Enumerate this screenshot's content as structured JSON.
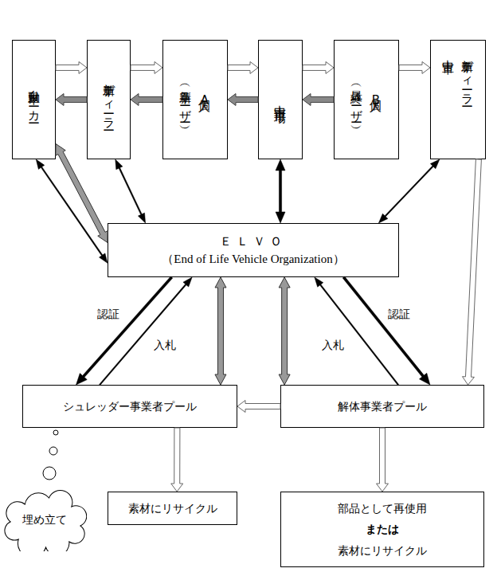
{
  "diagram": {
    "nodes": [
      {
        "text": [
          "自動車メーカー"
        ]
      },
      {
        "text": [
          "新車ディーラー"
        ]
      },
      {
        "text": [
          "個人A",
          "（新車ユーザー）"
        ]
      },
      {
        "text": [
          "中古車市場"
        ]
      },
      {
        "text": [
          "個人B",
          "（最終ユーザー）"
        ]
      },
      {
        "text": [
          "新車ディーラー",
          "中古車"
        ]
      },
      {
        "text": [
          "ＥＬＶＯ",
          "（End of Life Vehicle Organization）"
        ]
      },
      {
        "text": [
          "シュレッダー事業者プール"
        ]
      },
      {
        "text": [
          "解体事業者プール"
        ]
      },
      {
        "text": [
          "埋め立て"
        ]
      },
      {
        "text": [
          "素材にリサイクル"
        ]
      },
      {
        "text": [
          "部品として再使用",
          "または",
          "素材にリサイクル"
        ]
      }
    ],
    "edges": [
      {
        "from": 0,
        "to": 1,
        "arrow": "to"
      },
      {
        "from": 1,
        "to": 0,
        "arrow": "to"
      },
      {
        "from": 1,
        "to": 2,
        "arrow": "to"
      },
      {
        "from": 2,
        "to": 1,
        "arrow": "to"
      },
      {
        "from": 2,
        "to": 3,
        "arrow": "to"
      },
      {
        "from": 3,
        "to": 2,
        "arrow": "to"
      },
      {
        "from": 3,
        "to": 4,
        "arrow": "to"
      },
      {
        "from": 4,
        "to": 3,
        "arrow": "to"
      },
      {
        "from": 4,
        "to": 5,
        "arrow": "to"
      },
      {
        "from": 0,
        "to": 6,
        "arrow": "both"
      },
      {
        "from": 0,
        "to": 6,
        "arrow": "both"
      },
      {
        "from": 1,
        "to": 6,
        "arrow": "both"
      },
      {
        "from": 3,
        "to": 6,
        "arrow": "both"
      },
      {
        "from": 5,
        "to": 6,
        "arrow": "both"
      },
      {
        "from": 6,
        "to": 7,
        "label": "認証",
        "arrow": "to"
      },
      {
        "from": 7,
        "to": 6,
        "label": "入札",
        "arrow": "to"
      },
      {
        "from": 6,
        "to": 7,
        "arrow": "both"
      },
      {
        "from": 6,
        "to": 8,
        "arrow": "both"
      },
      {
        "from": 8,
        "to": 6,
        "label": "入札",
        "arrow": "to"
      },
      {
        "from": 6,
        "to": 8,
        "label": "認証",
        "arrow": "to"
      },
      {
        "from": 5,
        "to": 8,
        "arrow": "to"
      },
      {
        "from": 8,
        "to": 7,
        "arrow": "to"
      },
      {
        "from": 7,
        "to": 10,
        "arrow": "to"
      },
      {
        "from": 8,
        "to": 11,
        "arrow": "to"
      }
    ]
  }
}
